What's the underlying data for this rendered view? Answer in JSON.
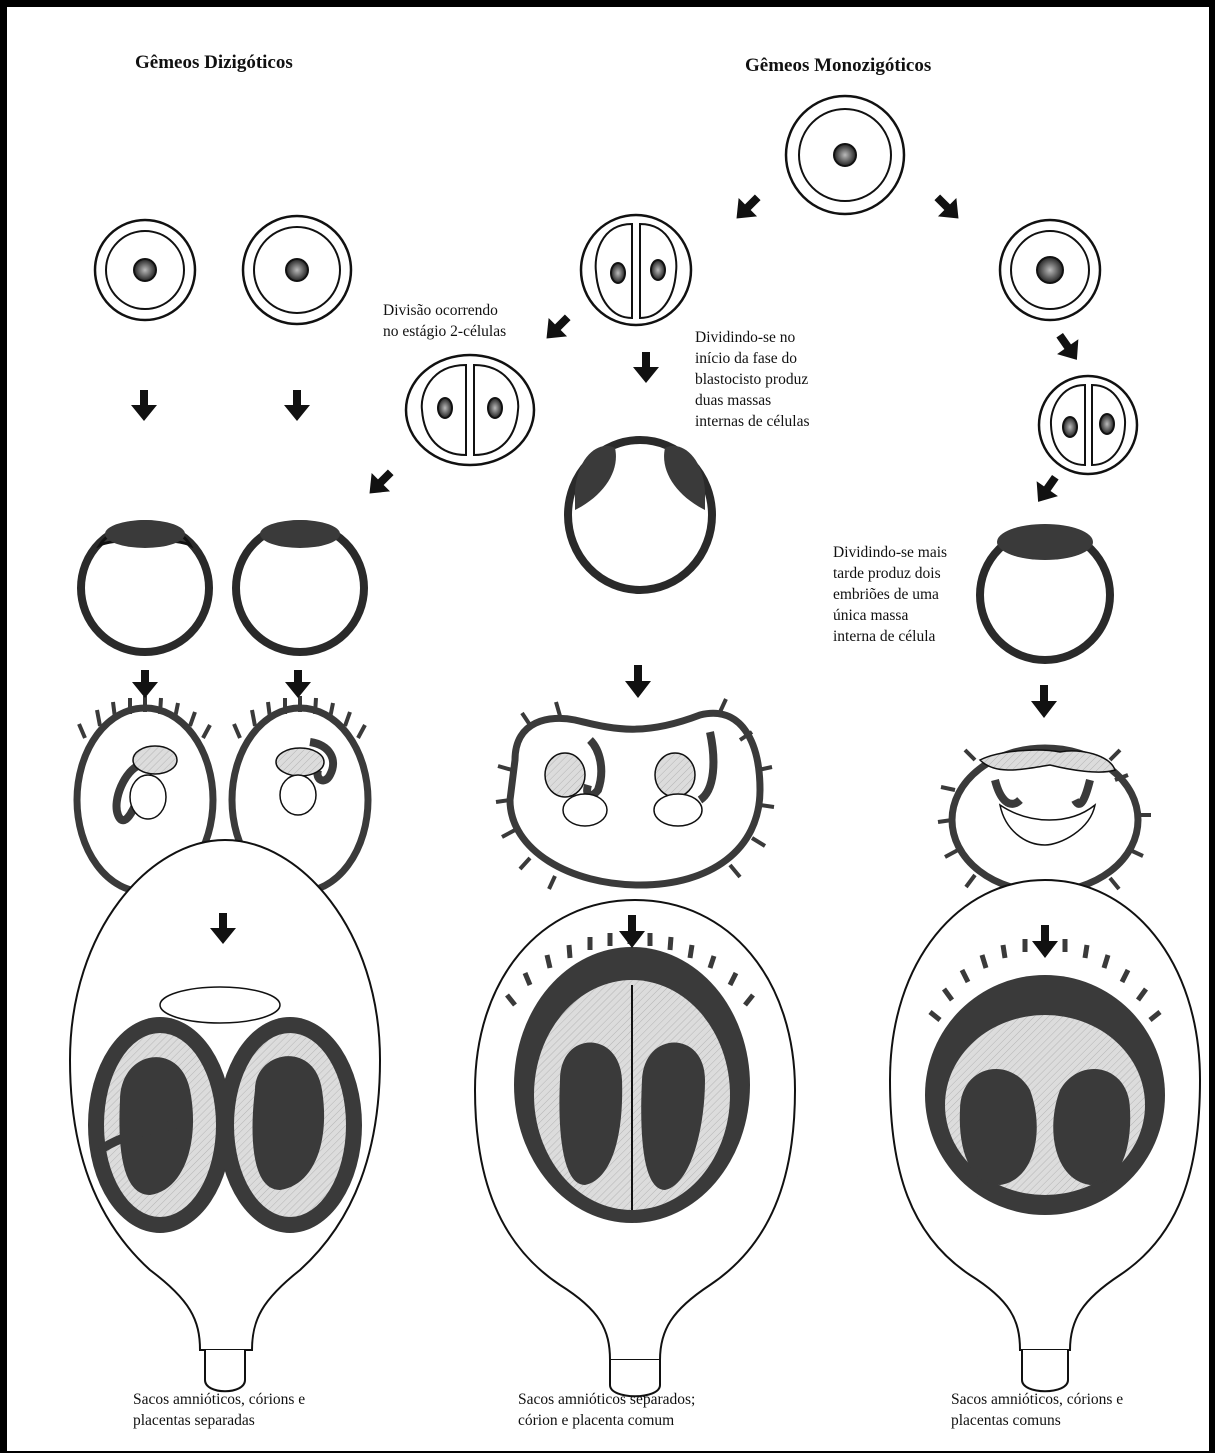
{
  "headings": {
    "dizygotic": "Gêmeos Dizigóticos",
    "monozygotic": "Gêmeos Monozigóticos"
  },
  "notes": {
    "two_cell": "Divisão ocorrendo\nno estágio 2-células",
    "early_blastocyst": "Dividindo-se no\ninício da fase do\nblastocisto produz\nduas massas\ninternas de células",
    "later": "Dividindo-se mais\ntarde produz dois\nembriões de uma\núnica massa\ninterna de célula"
  },
  "captions": {
    "left": "Sacos amnióticos, córions e\nplacentas separadas",
    "middle": "Sacos amnióticos separados;\ncórion e placenta comum",
    "right": "Sacos amnióticos, córions e\nplacentas comuns"
  },
  "colors": {
    "ink": "#111111",
    "tissue": "#3a3a3a",
    "amnion": "#d8d8d8"
  }
}
